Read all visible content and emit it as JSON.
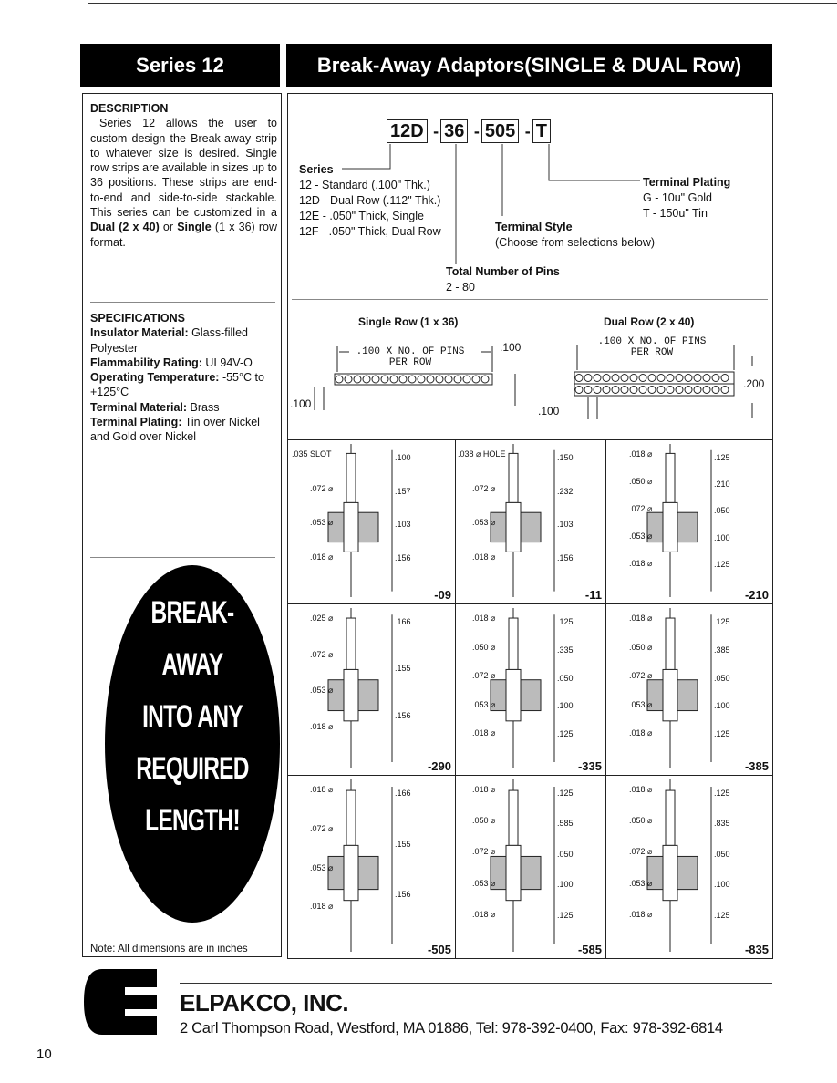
{
  "header": {
    "series": "Series 12",
    "title": "Break-Away Adaptors(SINGLE & DUAL Row)"
  },
  "description": {
    "heading": "DESCRIPTION",
    "text_1": "Series 12 allows the user to custom design the Break-away strip to whatever size is desired. Single row strips are available in sizes up to 36 positions. These strips are end-to-end and side-to-side stackable. This series can be customized in a ",
    "dual": "Dual (2 x 40)",
    "or": " or ",
    "single": "Single",
    "text_2": " (1 x 36) row format."
  },
  "specifications": {
    "heading": "SPECIFICATIONS",
    "items": [
      {
        "label": "Insulator Material:",
        "value": " Glass-filled Polyester"
      },
      {
        "label": "Flammability Rating:",
        "value": " UL94V-O"
      },
      {
        "label": "Operating Temperature:",
        "value": " -55°C to +125°C"
      },
      {
        "label": "Terminal Material:",
        "value": " Brass"
      },
      {
        "label": "Terminal Plating:",
        "value": " Tin over Nickel and Gold over Nickel"
      }
    ]
  },
  "promo": [
    "BREAK-",
    "AWAY",
    "INTO  ANY",
    "REQUIRED",
    "LENGTH!"
  ],
  "note": "Note: All dimensions are in inches",
  "part_number": {
    "parts": [
      "12D",
      "36",
      "505",
      "T"
    ],
    "dash": "-",
    "series_heading": "Series",
    "series_items": [
      "12 - Standard (.100\" Thk.)",
      "12D - Dual Row (.112\" Thk.)",
      "12E - .050\" Thick, Single",
      "12F - .050\" Thick, Dual Row"
    ],
    "plating_heading": "Terminal Plating",
    "plating_items": [
      "G - 10u\" Gold",
      "T - 150u\" Tin"
    ],
    "style_heading": "Terminal Style",
    "style_note": "(Choose  from  selections  below)",
    "pins_heading": "Total Number of Pins",
    "pins_range": "2 - 80"
  },
  "rows": {
    "single_title": "Single Row (1 x 36)",
    "single_dim": ".100 X NO. OF PINS PER ROW",
    "single_pitch": ".100",
    "single_height": ".100",
    "dual_title": "Dual Row (2 x 40)",
    "dual_dim": ".100 X NO. OF PINS PER ROW",
    "dual_pitch": ".100",
    "dual_height": ".200"
  },
  "styles": [
    {
      "code": "-09",
      "left": [
        ".035 SLOT",
        ".072 ⌀",
        ".053 ⌀",
        ".018 ⌀"
      ],
      "right": [
        ".100",
        ".157",
        ".103",
        ".156"
      ]
    },
    {
      "code": "-11",
      "left": [
        ".038 ⌀ HOLE",
        ".072 ⌀",
        ".053 ⌀",
        ".018 ⌀"
      ],
      "right": [
        ".150",
        ".232",
        ".103",
        ".156"
      ]
    },
    {
      "code": "-210",
      "left": [
        ".018 ⌀",
        ".050 ⌀",
        ".072 ⌀",
        ".053 ⌀",
        ".018 ⌀"
      ],
      "right": [
        ".125",
        ".210",
        ".050",
        ".100",
        ".125"
      ]
    },
    {
      "code": "-290",
      "left": [
        ".025 ⌀",
        ".072 ⌀",
        ".053 ⌀",
        ".018 ⌀"
      ],
      "right": [
        ".166",
        ".155",
        ".156"
      ]
    },
    {
      "code": "-335",
      "left": [
        ".018 ⌀",
        ".050 ⌀",
        ".072 ⌀",
        ".053 ⌀",
        ".018 ⌀"
      ],
      "right": [
        ".125",
        ".335",
        ".050",
        ".100",
        ".125"
      ]
    },
    {
      "code": "-385",
      "left": [
        ".018 ⌀",
        ".050 ⌀",
        ".072 ⌀",
        ".053 ⌀",
        ".018 ⌀"
      ],
      "right": [
        ".125",
        ".385",
        ".050",
        ".100",
        ".125"
      ]
    },
    {
      "code": "-505",
      "left": [
        ".018 ⌀",
        ".072 ⌀",
        ".053 ⌀",
        ".018 ⌀"
      ],
      "right": [
        ".166",
        ".155",
        ".156"
      ]
    },
    {
      "code": "-585",
      "left": [
        ".018 ⌀",
        ".050 ⌀",
        ".072 ⌀",
        ".053 ⌀",
        ".018 ⌀"
      ],
      "right": [
        ".125",
        ".585",
        ".050",
        ".100",
        ".125"
      ]
    },
    {
      "code": "-835",
      "left": [
        ".018 ⌀",
        ".050 ⌀",
        ".072 ⌀",
        ".053 ⌀",
        ".018 ⌀"
      ],
      "right": [
        ".125",
        ".835",
        ".050",
        ".100",
        ".125"
      ]
    }
  ],
  "footer": {
    "company": "ELPAKCO, INC.",
    "address": "2 Carl Thompson Road, Westford, MA 01886, Tel: 978-392-0400, Fax: 978-392-6814"
  },
  "page_number": "10"
}
